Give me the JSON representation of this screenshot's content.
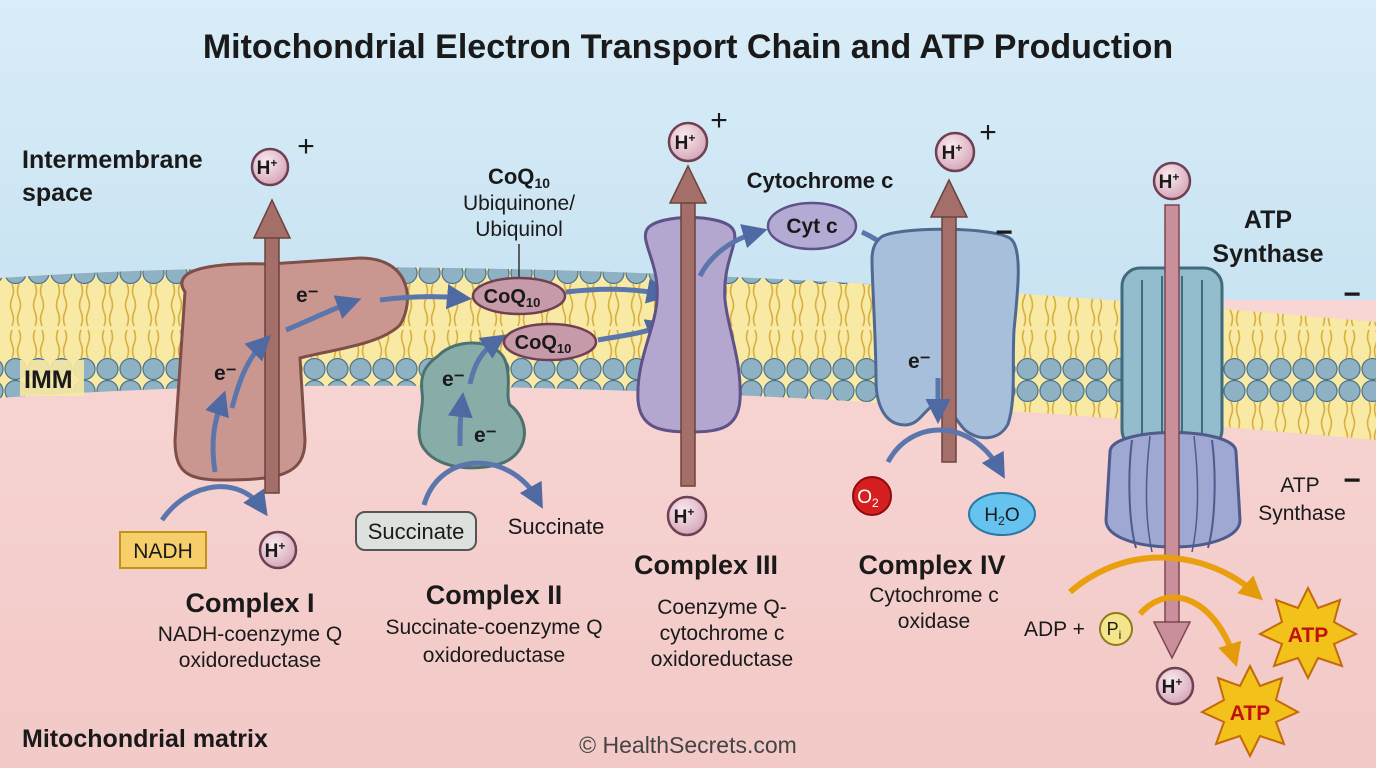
{
  "title": "Mitochondrial Electron Transport Chain and ATP Production",
  "regions": {
    "intermembrane_line1": "Intermembrane",
    "intermembrane_line2": "space",
    "membrane": "IMM",
    "matrix": "Mitochondrial matrix"
  },
  "symbols": {
    "proton": "H",
    "proton_charge": "+",
    "plus": "+",
    "minus": "−",
    "electron": "e⁻"
  },
  "complex1": {
    "name": "Complex I",
    "desc_line1": "NADH-coenzyme Q",
    "desc_line2": "oxidoreductase",
    "substrate": "NADH"
  },
  "complex2": {
    "name": "Complex II",
    "desc_line1": "Succinate-coenzyme Q",
    "desc_line2": "oxidoreductase",
    "substrate": "Succinate",
    "product": "Succinate"
  },
  "coq": {
    "heading": "CoQ",
    "subscript": "10",
    "desc_line1": "Ubiquinone/",
    "desc_line2": "Ubiquinol",
    "label": "CoQ"
  },
  "complex3": {
    "name": "Complex III",
    "desc_line1": "Coenzyme Q-",
    "desc_line2": "cytochrome c",
    "desc_line3": "oxidoreductase"
  },
  "cytc": {
    "heading": "Cytochrome c",
    "label": "Cyt c"
  },
  "complex4": {
    "name": "Complex IV",
    "desc_line1": "Cytochrome c",
    "desc_line2": "oxidase",
    "o2_main": "O",
    "o2_sub": "2",
    "h2o_a": "H",
    "h2o_sub": "2",
    "h2o_b": "O"
  },
  "atp_synthase": {
    "heading_line1": "ATP",
    "heading_line2": "Synthase",
    "side_line1": "ATP",
    "side_line2": "Synthase",
    "adp": "ADP +",
    "pi_main": "P",
    "pi_sub": "i",
    "atp": "ATP"
  },
  "credit": "© HealthSecrets.com",
  "colors": {
    "intermembrane_bg": "#cfe6f3",
    "matrix_bg": "#f7d3d2",
    "complex1": "#c99790",
    "complex2": "#88aca7",
    "complex3": "#b3a6cf",
    "complex4": "#a8bfdc",
    "atp_synthase": "#93bccc",
    "proton_arrow": "#a46e69",
    "electron_arrow": "#5b76ad",
    "atp_star": "#f2c21a",
    "nadh_box": "#f6cf6a",
    "o2": "#d62020",
    "h2o": "#66c2ee"
  }
}
